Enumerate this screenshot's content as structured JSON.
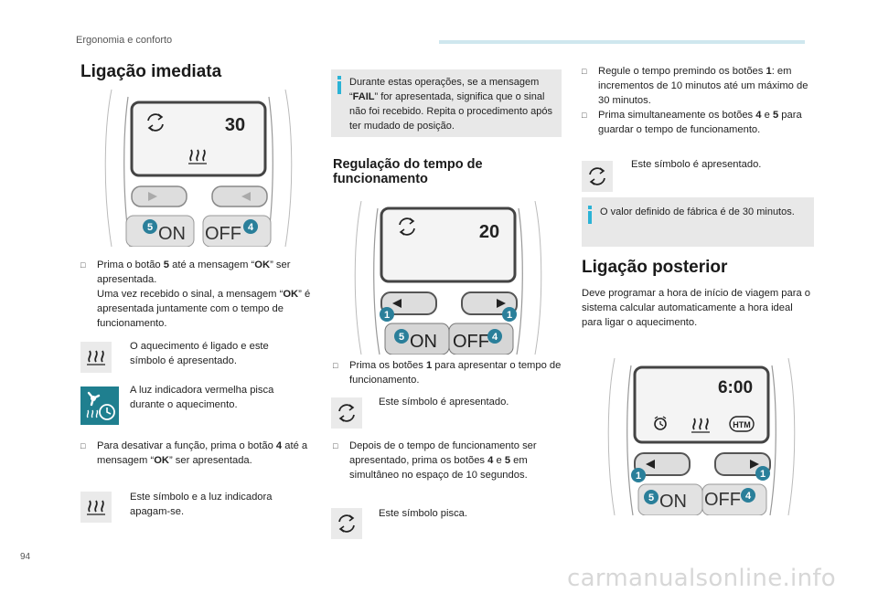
{
  "header": {
    "section": "Ergonomia e conforto",
    "page": "94"
  },
  "watermark": "carmanualsonline.info",
  "col1": {
    "title": "Ligação imediata",
    "remote": {
      "display": "30",
      "on": "ON",
      "off": "OFF",
      "b5": "5",
      "b4": "4"
    },
    "step1a": "Prima o botão ",
    "step1b": "5",
    "step1c": " até a mensagem “",
    "step1d": "OK",
    "step1e": "” ser apresentada.",
    "step1f": "Uma vez recebido o sinal, a mensagem “",
    "step1g": "OK",
    "step1h": "” é apresentada juntamente com o tempo de funcionamento.",
    "icon1_text": "O aquecimento é ligado e este símbolo é apresentado.",
    "icon2_text": "A luz indicadora vermelha pisca durante o aquecimento.",
    "step2a": "Para desativar a função, prima o botão ",
    "step2b": "4",
    "step2c": " até a mensagem “",
    "step2d": "OK",
    "step2e": "” ser apresentada.",
    "icon3_text": "Este símbolo e a luz indicadora apagam-se."
  },
  "col2": {
    "note_a": "Durante estas operações, se a mensagem “",
    "note_b": "FAIL",
    "note_c": "” for apresentada, significa que o sinal não foi recebido. Repita o procedimento após ter mudado de posição.",
    "title": "Regulação do tempo de funcionamento",
    "remote": {
      "display": "20",
      "on": "ON",
      "off": "OFF",
      "b5": "5",
      "b4": "4",
      "b1": "1"
    },
    "step1a": "Prima os botões ",
    "step1b": "1",
    "step1c": " para apresentar o tempo de funcionamento.",
    "icon1_text": "Este símbolo é apresentado.",
    "step2a": "Depois de o tempo de funcionamento ser apresentado, prima os botões ",
    "step2b": "4",
    "step2c": " e ",
    "step2d": "5",
    "step2e": " em simultâneo no espaço de 10 segundos.",
    "icon2_text": "Este símbolo pisca."
  },
  "col3": {
    "step1a": "Regule o tempo premindo os botões ",
    "step1b": "1",
    "step1c": ": em incrementos de 10 minutos até um máximo de 30 minutos.",
    "step2a": "Prima simultaneamente os botões ",
    "step2b": "4",
    "step2c": " e ",
    "step2d": "5",
    "step2e": " para guardar o tempo de funcionamento.",
    "icon1_text": "Este símbolo é apresentado.",
    "note": "O valor definido de fábrica é de 30 minutos.",
    "title": "Ligação posterior",
    "para": "Deve programar a hora de início de viagem para o sistema calcular automaticamente a hora ideal para ligar o aquecimento.",
    "remote": {
      "display": "6:00",
      "htm": "HTM",
      "on": "ON",
      "off": "OFF",
      "b5": "5",
      "b4": "4",
      "b1": "1"
    }
  }
}
